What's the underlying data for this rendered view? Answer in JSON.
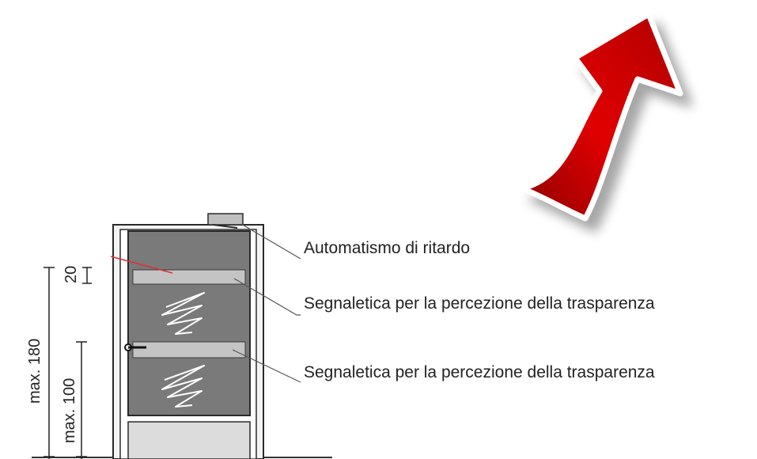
{
  "labels": {
    "closer": "Automatismo di ritardo",
    "marking_top": "Segnaletica per la percezione della trasparenza",
    "marking_bottom": "Segnaletica per la percezione della trasparenza"
  },
  "dimensions": {
    "outer": "max. 180",
    "inner": "max. 100",
    "small": "20"
  },
  "colors": {
    "arrow": "#d90000",
    "glass": "#7a7a7a",
    "marking_strip": "#c4c4c4",
    "lower_panel": "#dcdcdc",
    "frame": "#2a2a2a"
  },
  "icons": {
    "arrow": "up-arrow-icon",
    "glass_reflection": "glass-reflection-icon",
    "handle": "door-handle-icon"
  }
}
